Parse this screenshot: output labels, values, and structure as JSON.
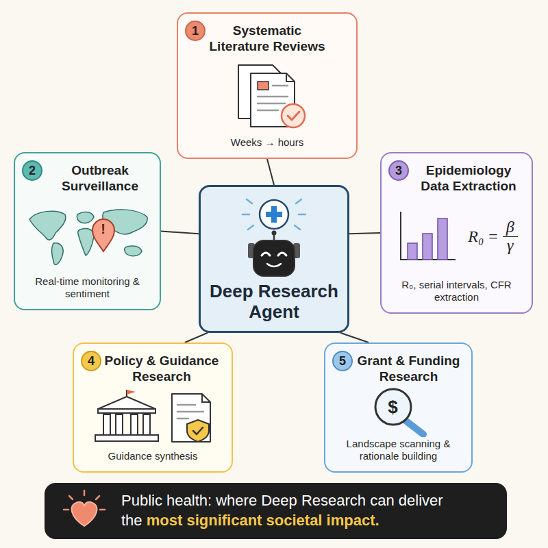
{
  "diagram": {
    "nodes": [
      {
        "text": [
          "Systematic Literature Reviews",
          "Weeks → hours"
        ]
      },
      {
        "text": [
          "1"
        ],
        "in": 0
      },
      {
        "text": [
          "Outbreak Surveillance",
          "Real-time monitoring & sentiment"
        ]
      },
      {
        "text": [
          "2"
        ],
        "in": 2
      },
      {
        "text": [
          "Deep Research Agent"
        ]
      },
      {
        "text": [
          "Epidemiology Data Extraction",
          "R₀, serial intervals, CFR extraction"
        ]
      },
      {
        "text": [
          "3"
        ],
        "in": 5
      },
      {
        "text": [
          "Policy & Guidance Research",
          "Guidance synthesis"
        ]
      },
      {
        "text": [
          "4"
        ],
        "in": 7
      },
      {
        "text": [
          "Grant & Funding Research",
          "Landscape scanning & rationale building"
        ]
      },
      {
        "text": [
          "5"
        ],
        "in": 9
      },
      {
        "text": [
          "Public health: where Deep Research can deliver the",
          "most significant societal impact."
        ]
      }
    ],
    "edges": [
      {
        "from": 4,
        "to": 0,
        "arrow": "none"
      },
      {
        "from": 4,
        "to": 2,
        "arrow": "none"
      },
      {
        "from": 4,
        "to": 5,
        "arrow": "none"
      },
      {
        "from": 4,
        "to": 7,
        "arrow": "none"
      },
      {
        "from": 4,
        "to": 9,
        "arrow": "none"
      }
    ],
    "labels": [
      "!",
      "R₀",
      "=",
      "β",
      "γ",
      "$"
    ]
  }
}
